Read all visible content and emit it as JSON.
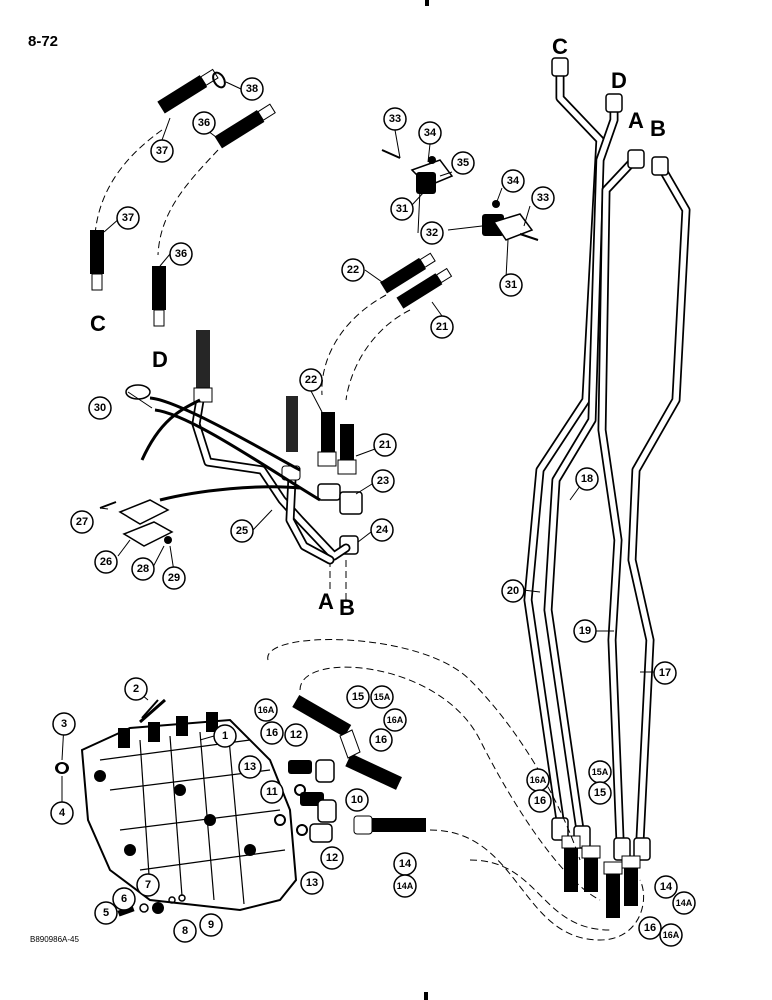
{
  "page": {
    "page_number": "8-72",
    "reference_code": "B890986A-45"
  },
  "route_letters": {
    "c": "C",
    "d": "D",
    "a": "A",
    "b": "B"
  },
  "callouts": {
    "n1": "1",
    "n2": "2",
    "n3": "3",
    "n4": "4",
    "n5": "5",
    "n6": "6",
    "n7": "7",
    "n8": "8",
    "n9": "9",
    "n10": "10",
    "n11": "11",
    "n12": "12",
    "n13": "13",
    "n14": "14",
    "n14a": "14A",
    "n15": "15",
    "n15a": "15A",
    "n16": "16",
    "n16a": "16A",
    "n17": "17",
    "n18": "18",
    "n19": "19",
    "n20": "20",
    "n21": "21",
    "n22": "22",
    "n23": "23",
    "n24": "24",
    "n25": "25",
    "n26": "26",
    "n27": "27",
    "n28": "28",
    "n29": "29",
    "n30": "30",
    "n31": "31",
    "n32": "32",
    "n33": "33",
    "n34": "34",
    "n35": "35",
    "n36": "36",
    "n37": "37",
    "n38": "38"
  }
}
